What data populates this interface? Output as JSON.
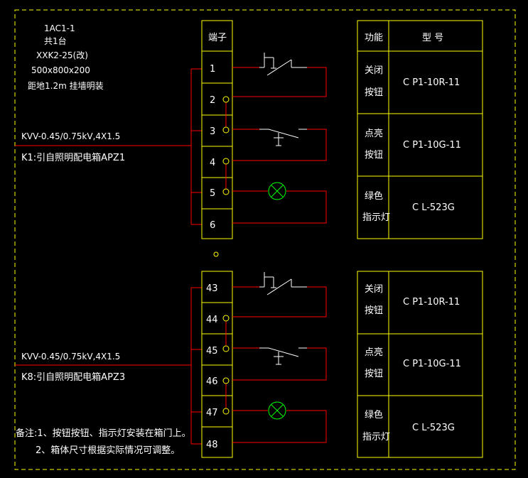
{
  "header_notes": {
    "line1": "1AC1-1",
    "line2": "共1台",
    "line3": "XXK2-25(改)",
    "line4": "500x800x200",
    "line5": "距地1.2m 挂墙明装"
  },
  "circuit_top": {
    "cable": "KVV-0.45/0.75kV,4X1.5",
    "source": "K1:引自照明配电箱APZ1",
    "terminal_header": "端子",
    "terminals": [
      "1",
      "2",
      "3",
      "4",
      "5",
      "6"
    ]
  },
  "circuit_bottom": {
    "cable": "KVV-0.45/0.75kV,4X1.5",
    "source": "K8:引自照明配电箱APZ3",
    "terminals": [
      "43",
      "44",
      "45",
      "46",
      "47",
      "48"
    ]
  },
  "table_top": {
    "header_function": "功能",
    "header_model": "型 号",
    "rows": [
      {
        "function_line1": "关闭",
        "function_line2": "按钮",
        "model": "C P1-10R-11"
      },
      {
        "function_line1": "点亮",
        "function_line2": "按钮",
        "model": "C P1-10G-11"
      },
      {
        "function_line1": "绿色",
        "function_line2": "指示灯",
        "model": "C L-523G"
      }
    ]
  },
  "table_bottom": {
    "rows": [
      {
        "function_line1": "关闭",
        "function_line2": "按钮",
        "model": "C P1-10R-11"
      },
      {
        "function_line1": "点亮",
        "function_line2": "按钮",
        "model": "C P1-10G-11"
      },
      {
        "function_line1": "绿色",
        "function_line2": "指示灯",
        "model": "C L-523G"
      }
    ]
  },
  "remarks": {
    "line1": "备注:1、按钮按钮、指示灯安装在箱门上。",
    "line2": "2、箱体尺寸根据实际情况可调整。"
  },
  "colors": {
    "background": "#000000",
    "frame_dash": "#ffff00",
    "component": "#ffff00",
    "wire": "#ff0000",
    "switch": "#ffffff",
    "lamp": "#00ff00",
    "text": "#ffffff"
  }
}
